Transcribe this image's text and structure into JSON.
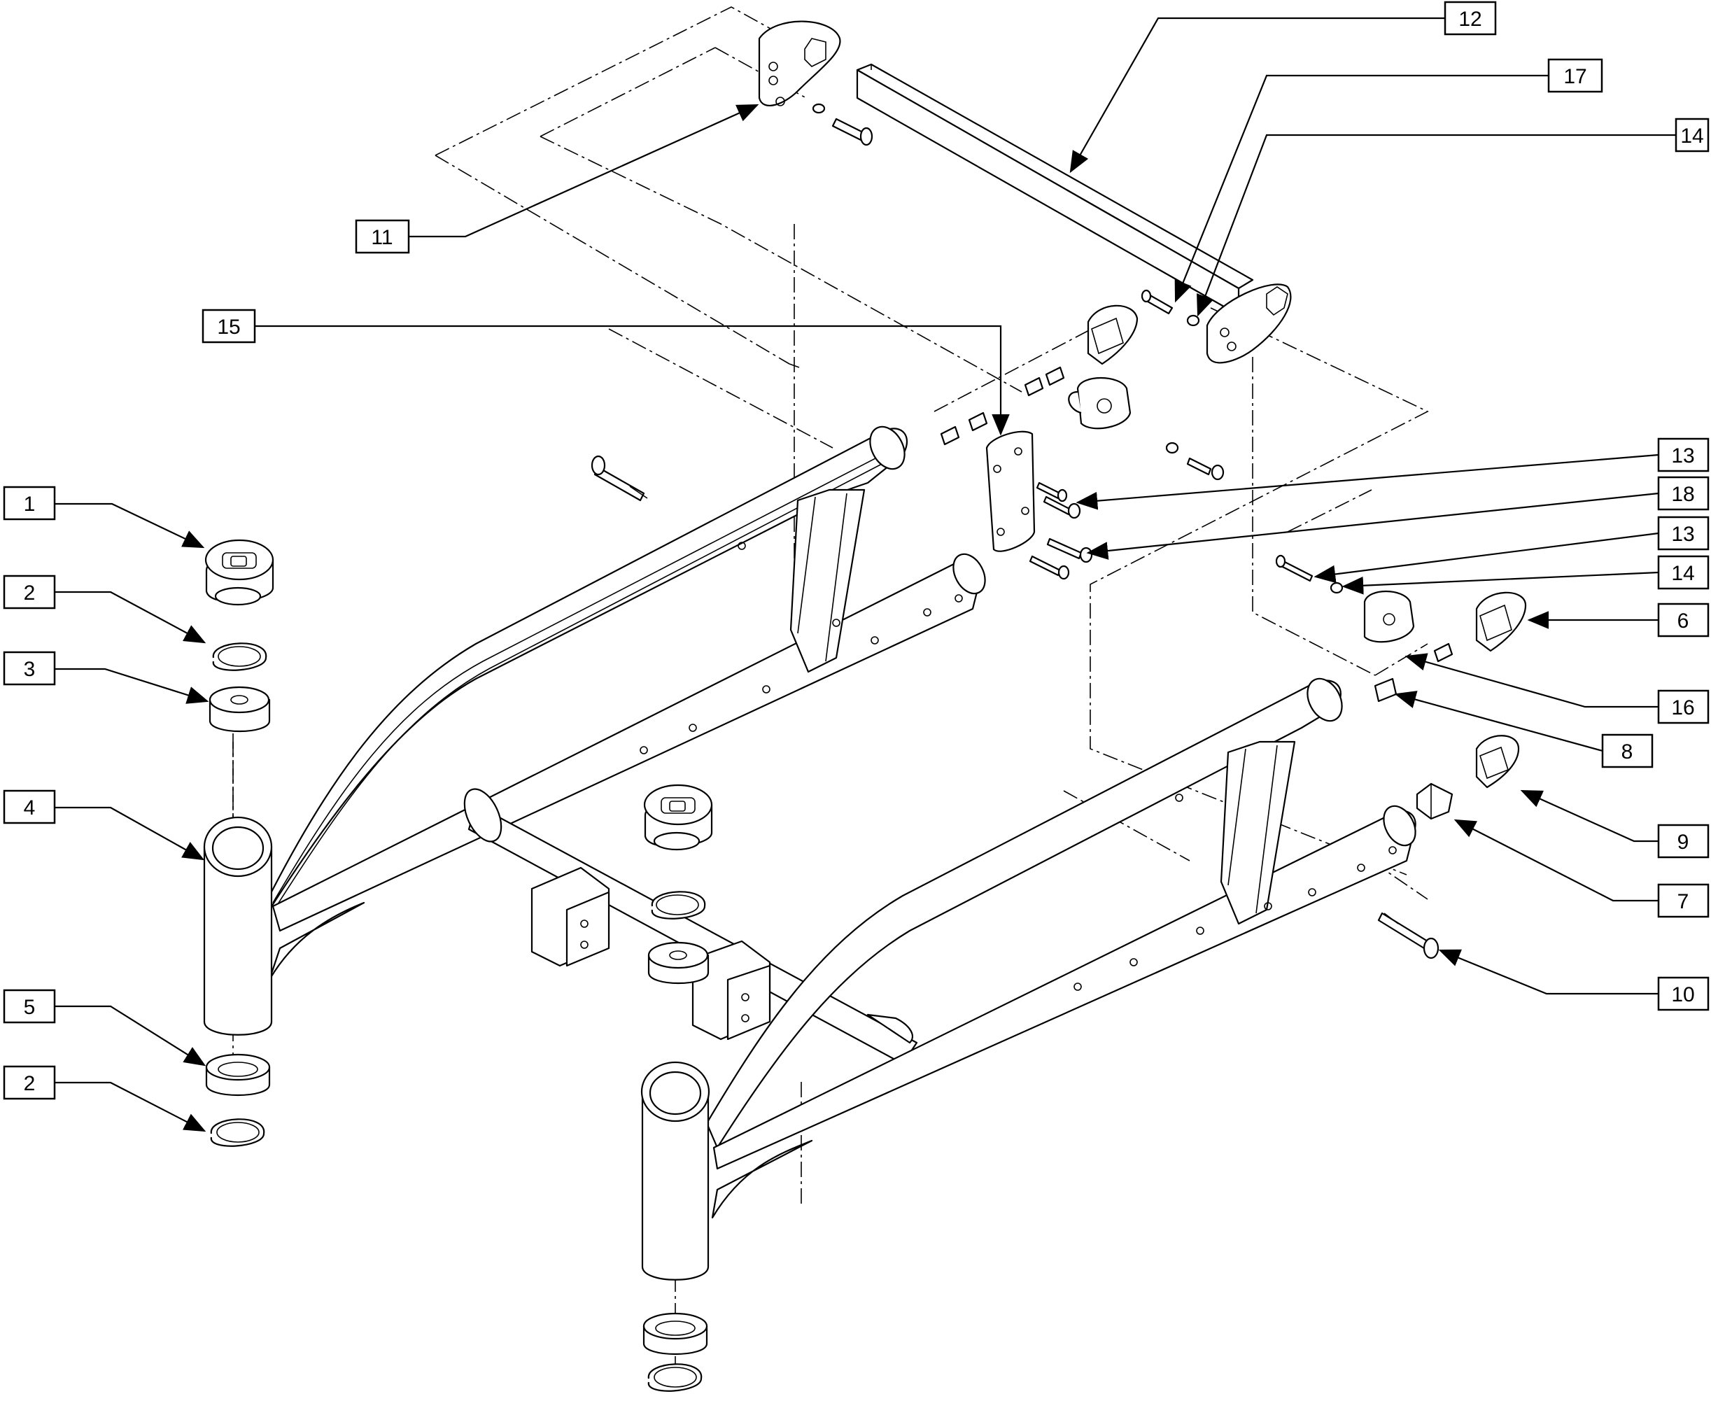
{
  "callouts": [
    {
      "id": "c1",
      "label": "1"
    },
    {
      "id": "c2a",
      "label": "2"
    },
    {
      "id": "c3",
      "label": "3"
    },
    {
      "id": "c4",
      "label": "4"
    },
    {
      "id": "c5",
      "label": "5"
    },
    {
      "id": "c2b",
      "label": "2"
    },
    {
      "id": "c11",
      "label": "11"
    },
    {
      "id": "c15",
      "label": "15"
    },
    {
      "id": "c12",
      "label": "12"
    },
    {
      "id": "c17",
      "label": "17"
    },
    {
      "id": "c14a",
      "label": "14"
    },
    {
      "id": "c13a",
      "label": "13"
    },
    {
      "id": "c18",
      "label": "18"
    },
    {
      "id": "c13b",
      "label": "13"
    },
    {
      "id": "c14b",
      "label": "14"
    },
    {
      "id": "c6",
      "label": "6"
    },
    {
      "id": "c16",
      "label": "16"
    },
    {
      "id": "c8",
      "label": "8"
    },
    {
      "id": "c9",
      "label": "9"
    },
    {
      "id": "c7",
      "label": "7"
    },
    {
      "id": "c10",
      "label": "10"
    }
  ],
  "colors": {
    "line": "#000000",
    "background": "#ffffff"
  }
}
